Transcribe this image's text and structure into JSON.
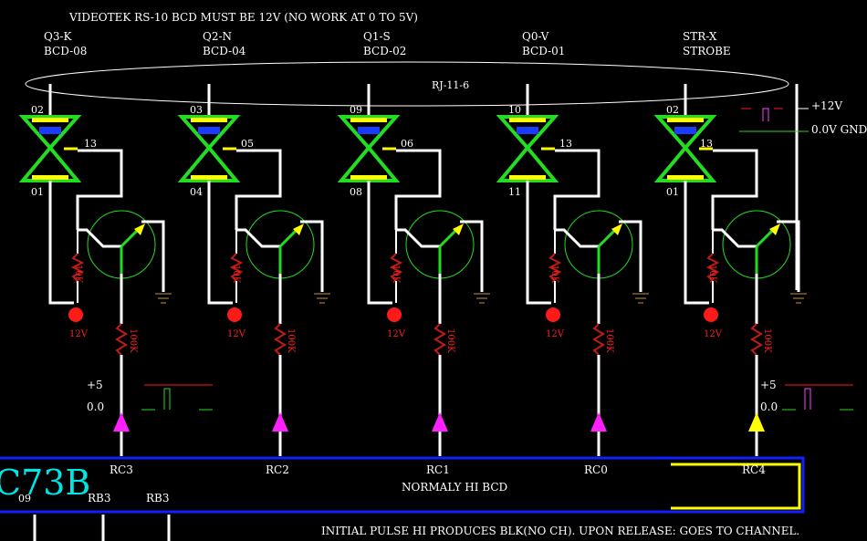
{
  "title": "VIDEOTEK RS-10  BCD  MUST BE 12V (NO WORK AT 0 TO 5V)",
  "connector_label": "RJ-11-6",
  "channels": [
    {
      "top": "Q3-K",
      "bcd": "BCD-08",
      "pin_top": "02",
      "pin_side": "13",
      "pin_bot": "01",
      "res_base": "10K",
      "res_out": "100K",
      "led": "12V",
      "rc": "RC3",
      "arrow_color": "#ff20ff"
    },
    {
      "top": "Q2-N",
      "bcd": "BCD-04",
      "pin_top": "03",
      "pin_side": "05",
      "pin_bot": "04",
      "res_base": "10K",
      "res_out": "100K",
      "led": "12V",
      "rc": "RC2",
      "arrow_color": "#ff20ff"
    },
    {
      "top": "Q1-S",
      "bcd": "BCD-02",
      "pin_top": "09",
      "pin_side": "06",
      "pin_bot": "08",
      "res_base": "10K",
      "res_out": "100K",
      "led": "12V",
      "rc": "RC1",
      "arrow_color": "#ff20ff"
    },
    {
      "top": "Q0-V",
      "bcd": "BCD-01",
      "pin_top": "10",
      "pin_side": "13",
      "pin_bot": "11",
      "res_base": "10K",
      "res_out": "100K",
      "led": "12V",
      "rc": "RC0",
      "arrow_color": "#ff20ff"
    },
    {
      "top": "STR-X",
      "bcd": "STROBE",
      "pin_top": "02",
      "pin_side": "13",
      "pin_bot": "01",
      "res_base": "10K",
      "res_out": "100K",
      "led": "12V",
      "rc": "RC4",
      "arrow_color": "#ffff00"
    }
  ],
  "power": {
    "v12": "+12V",
    "gnd": "0.0V GND"
  },
  "levels": {
    "plus5": "+5",
    "zero": "0.0"
  },
  "chip": {
    "name": "C73B",
    "pin09": "09",
    "rb3_a": "RB3",
    "rb3_b": "RB3",
    "note": "NORMALY HI BCD"
  },
  "footer": "INITIAL PULSE HI PRODUCES BLK(NO CH). UPON RELEASE: GOES TO CHANNEL.",
  "colors": {
    "wire": "#ffffff",
    "optocoupler": "#22dd22",
    "led": "#ff1a1a",
    "resistor": "#c01a1a",
    "chip_border": "#1020ff",
    "chip_text": "#00e5e5",
    "highlight": "#ffff00"
  }
}
